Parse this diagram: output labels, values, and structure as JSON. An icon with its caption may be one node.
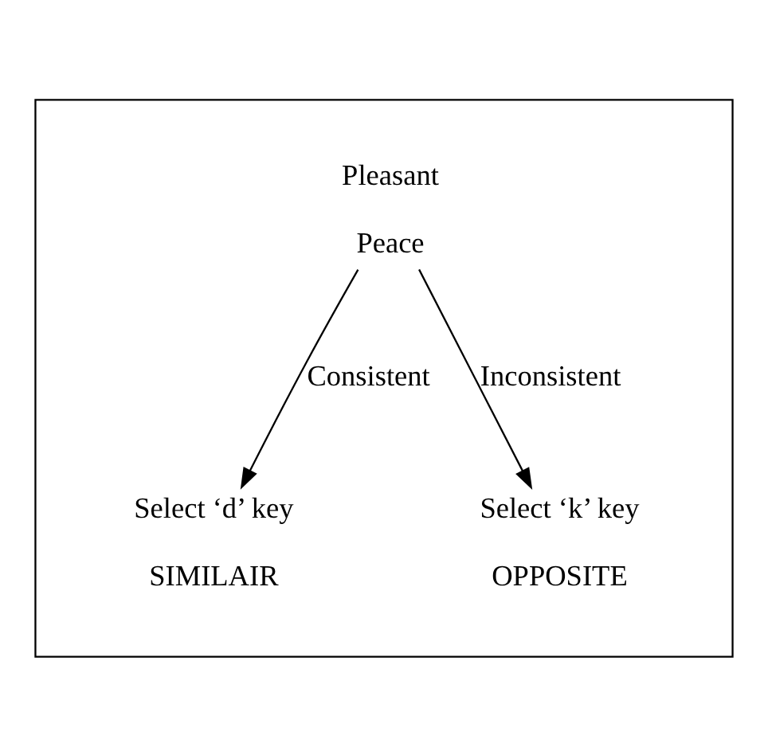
{
  "diagram": {
    "nodes": [
      {
        "text": [],
        "shape": "box"
      },
      {
        "text": [
          "Pleasant",
          "Peace"
        ],
        "in": 0
      },
      {
        "text": [
          "Select ‘d’ key",
          "SIMILAIR"
        ],
        "in": 0
      },
      {
        "text": [
          "Select ‘k’ key",
          "OPPOSITE"
        ],
        "in": 0
      }
    ],
    "edges": [
      {
        "from": 1,
        "to": 2,
        "arrow": "to",
        "label": "Consistent"
      },
      {
        "from": 1,
        "to": 3,
        "arrow": "to",
        "label": "Inconsistent"
      }
    ]
  }
}
